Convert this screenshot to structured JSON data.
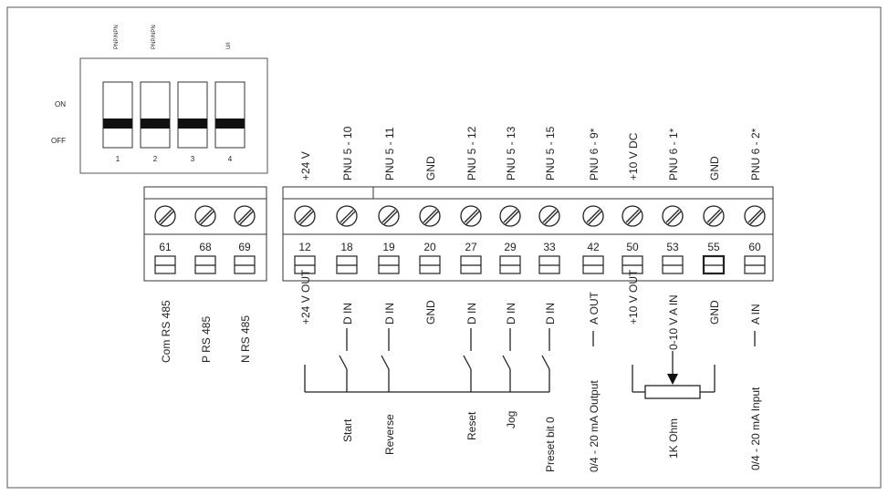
{
  "dip_switch": {
    "top_labels": [
      "PNP/NPN",
      "PNP/NPN",
      "",
      "U/I"
    ],
    "on_label": "ON",
    "off_label": "OFF",
    "numbers": [
      "1",
      "2",
      "3",
      "4"
    ]
  },
  "rs485_block": {
    "terminals": [
      {
        "number": "61",
        "bottom_label": "Com RS 485"
      },
      {
        "number": "68",
        "bottom_label": "P RS 485"
      },
      {
        "number": "69",
        "bottom_label": "N RS 485"
      }
    ]
  },
  "main_block": {
    "terminals": [
      {
        "number": "12",
        "top_label": "+24 V",
        "bottom_label": "+24 V OUT"
      },
      {
        "number": "18",
        "top_label": "PNU 5 - 10",
        "bottom_label": "D IN"
      },
      {
        "number": "19",
        "top_label": "PNU 5 - 11",
        "bottom_label": "D IN"
      },
      {
        "number": "20",
        "top_label": "GND",
        "bottom_label": "GND"
      },
      {
        "number": "27",
        "top_label": "PNU 5 - 12",
        "bottom_label": "D IN"
      },
      {
        "number": "29",
        "top_label": "PNU 5 - 13",
        "bottom_label": "D IN"
      },
      {
        "number": "33",
        "top_label": "PNU 5 - 15",
        "bottom_label": "D IN"
      },
      {
        "number": "42",
        "top_label": "PNU 6 - 9*",
        "bottom_label": "A OUT"
      },
      {
        "number": "50",
        "top_label": "+10 V DC",
        "bottom_label": "+10 V OUT"
      },
      {
        "number": "53",
        "top_label": "PNU 6 - 1*",
        "bottom_label": "0-10 V A IN"
      },
      {
        "number": "55",
        "top_label": "GND",
        "bottom_label": "GND"
      },
      {
        "number": "60",
        "top_label": "PNU 6 - 2*",
        "bottom_label": "A IN"
      }
    ]
  },
  "wiring_labels": {
    "start": "Start",
    "reverse": "Reverse",
    "reset": "Reset",
    "jog": "Jog",
    "preset": "Preset bit 0",
    "output": "0/4 - 20 mA Output",
    "pot": "1K Ohm",
    "input": "0/4 - 20 mA Input"
  }
}
